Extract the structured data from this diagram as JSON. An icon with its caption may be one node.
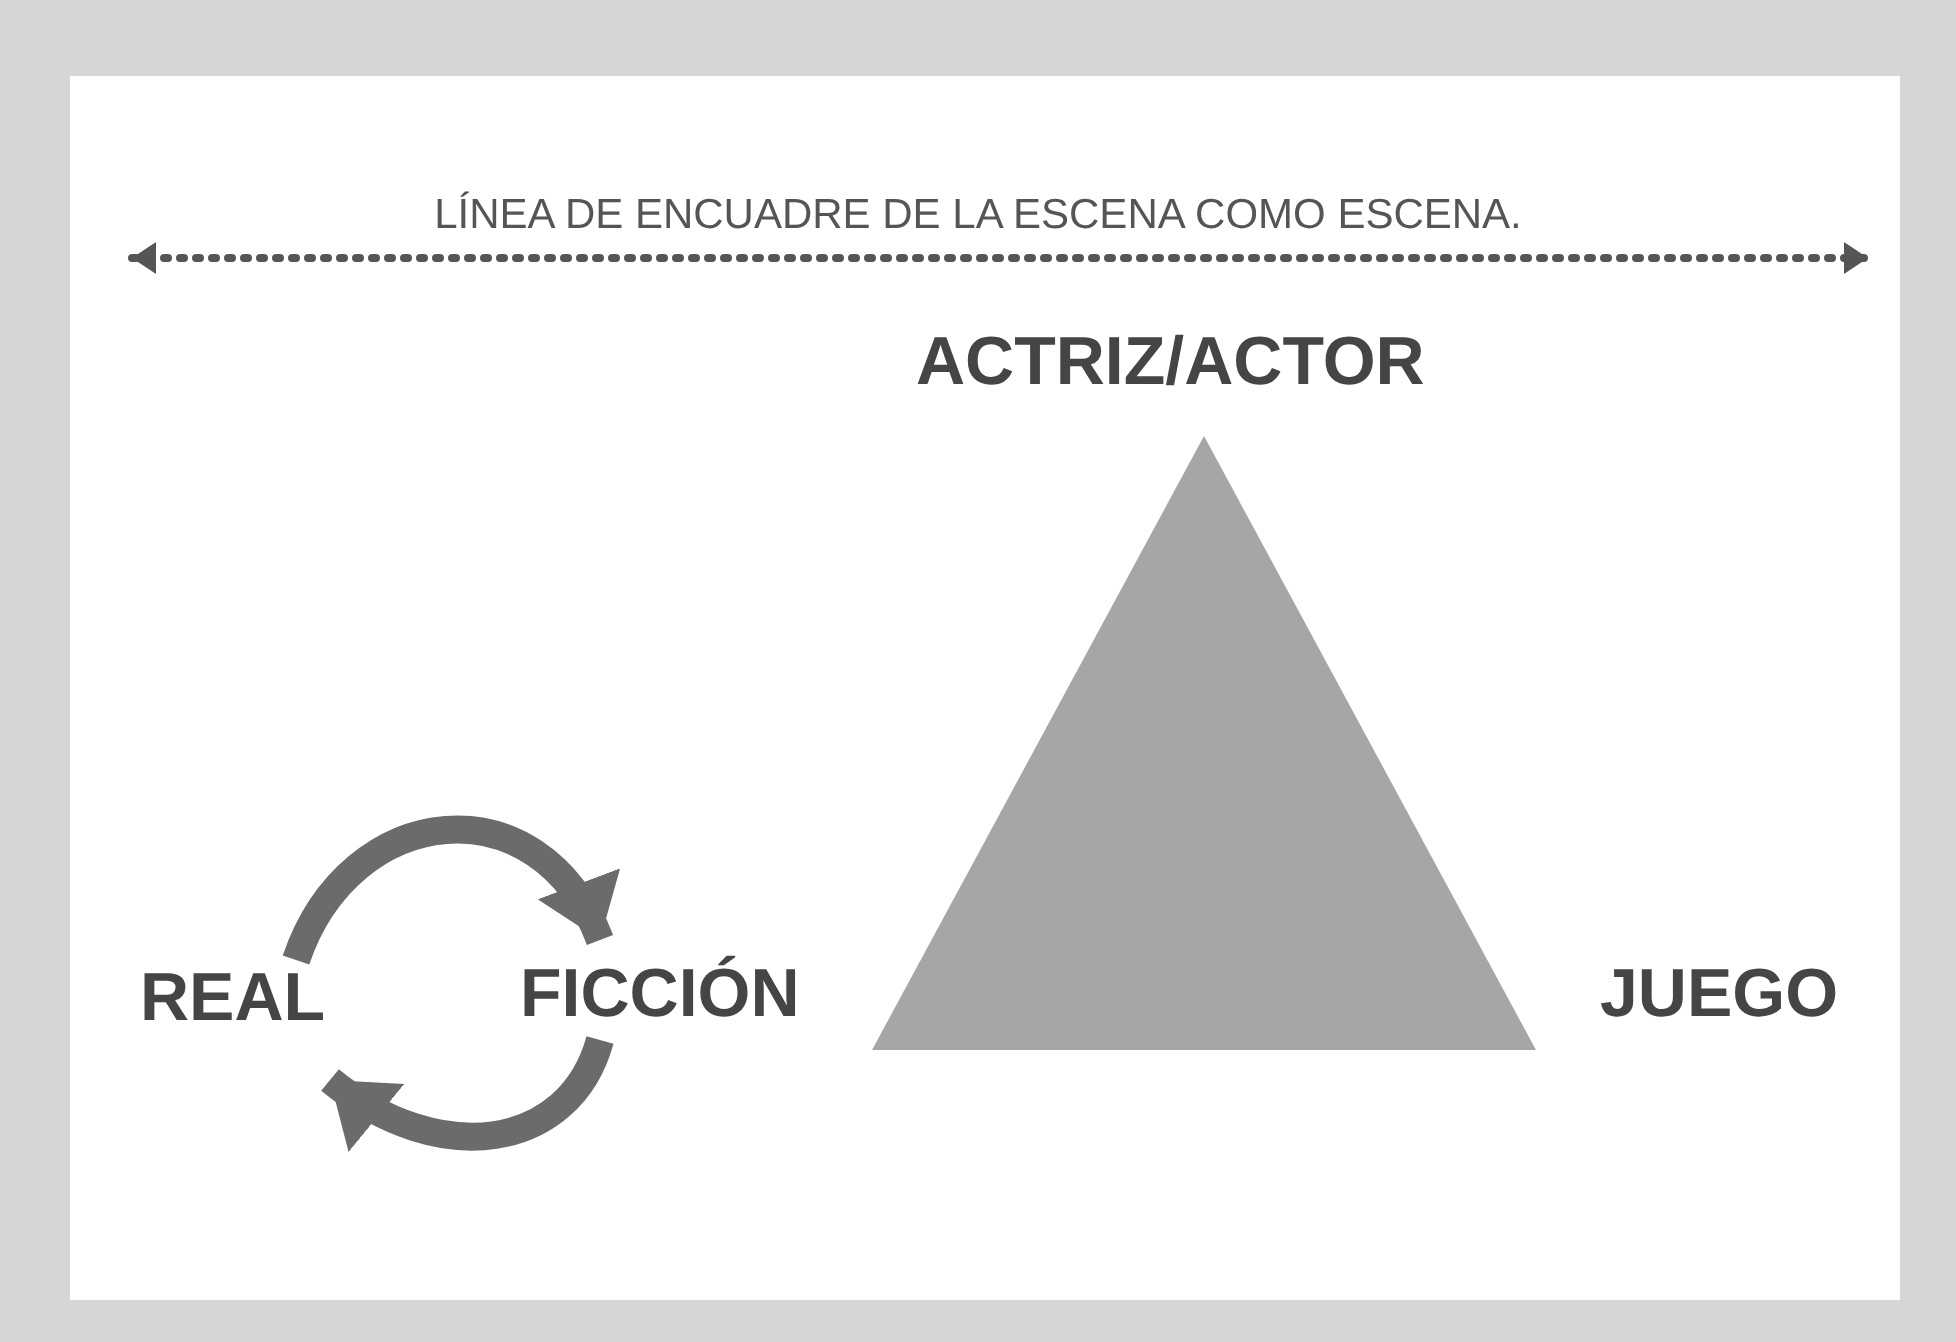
{
  "diagram": {
    "nodes": [
      {
        "text": [
          "REAL"
        ]
      },
      {
        "text": [
          "FICCIÓN"
        ]
      },
      {
        "text": [
          "ACTRIZ/ACTOR"
        ]
      },
      {
        "text": [
          "JUEGO"
        ]
      },
      {
        "text": [],
        "shape": "triangle"
      }
    ],
    "edges": [
      {
        "from": 0,
        "to": 1,
        "arrow": "to"
      },
      {
        "from": 1,
        "to": 0,
        "arrow": "to"
      }
    ],
    "labels": [
      "LÍNEA DE ENCUADRE DE LA ESCENA COMO ESCENA."
    ]
  }
}
